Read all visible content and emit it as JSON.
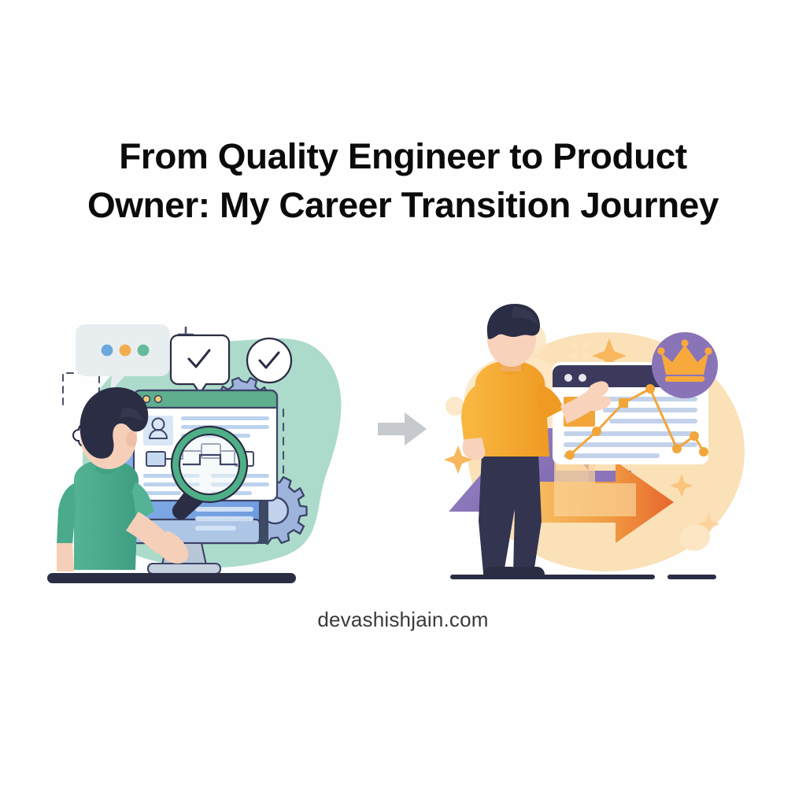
{
  "page": {
    "background_color": "#fefefe",
    "title_lines": [
      "From Quality Engineer to Product",
      "Owner: My Career Transition Journey"
    ],
    "title_color": "#0b0b0b",
    "footer_text": "devashishjain.com",
    "footer_color": "#3a3a3a"
  },
  "illustration": {
    "transition_arrow": {
      "name": "grey-right-arrow",
      "color": "#c6c9cd",
      "direction": "right"
    },
    "left_scene": {
      "caption": "Quality Engineer inspecting application on desktop monitor",
      "blob_color": "#a9dac9",
      "person": {
        "role": "quality-engineer",
        "shirt_color": "#4aab8c",
        "hair_color": "#2b2d45",
        "skin_color": "#f6cfb8",
        "pose": "back-view-holding-magnifier"
      },
      "monitor": {
        "frame_color": "#aac4e8",
        "screen_color": "#6c9fe0",
        "stand_color": "#b9c6d6"
      },
      "browser_window": {
        "header_color": "#5fae8e",
        "dots": [
          "#f0b24a",
          "#f0b24a"
        ],
        "body_color": "#ffffff",
        "avatar_icon": "user-avatar-icon",
        "text_line_color": "#bcd3ee",
        "flow_box_color": "#c7d9ef"
      },
      "magnifier": {
        "ring_color": "#4fb088",
        "handle_color": "#2b2d45",
        "lens_color": "#eef6f8"
      },
      "chat_bubble": {
        "fill": "#e8eef0",
        "dots": [
          "#6da8de",
          "#f2ad4d",
          "#63bb9b"
        ]
      },
      "check_tooltip": {
        "icon": "check-icon",
        "stroke": "#2b2d45"
      },
      "check_circle": {
        "icon": "check-circle-icon",
        "stroke": "#2b2d45"
      },
      "gears": {
        "count": 2,
        "fill": "#9fb4dd",
        "stroke": "#3d4468"
      },
      "plus_marks": 2,
      "cross_badge": {
        "stroke": "#2b2d45"
      },
      "dashed_paths": 3,
      "ground_bar_color": "#2b2d45"
    },
    "right_scene": {
      "caption": "Product Owner presenting growth dashboard",
      "blob_color": "#fbdfb4",
      "person": {
        "role": "product-owner",
        "shirt_color": "#f5ab32",
        "pants_color": "#33344f",
        "hair_color": "#2b2d45",
        "skin_color": "#f8d2bb",
        "pose": "standing-presenting"
      },
      "dashboard": {
        "header_color": "#3b3a5c",
        "body_color": "#ffffff",
        "thumb_color": "#f2a63a",
        "text_line_color": "#c2d2ea"
      },
      "crown_badge": {
        "icon": "crown-icon",
        "circle_color": "#8a74b8",
        "crown_color": "#f8a93c",
        "arc_color": "#f0a93c"
      },
      "big_arrow": {
        "name": "growth-arrow",
        "gradient_from": "#f7b95a",
        "gradient_to": "#e8662c",
        "direction": "right"
      },
      "purple_shapes_color": "#8c77bd",
      "sparkles": 4,
      "ground_bar_color": "#2b2d45"
    },
    "chart": {
      "name": "growth-line-chart",
      "line_color": "#f2a63a",
      "point_color": "#f2a63a",
      "points": 7
    }
  },
  "chart_data": {
    "type": "line",
    "title": "",
    "xlabel": "",
    "ylabel": "",
    "x": [
      0,
      1,
      2,
      3,
      4,
      5,
      6
    ],
    "values": [
      18,
      52,
      78,
      96,
      30,
      52,
      36
    ],
    "series": [
      {
        "name": "growth",
        "values": [
          18,
          52,
          78,
          96,
          30,
          52,
          36
        ]
      }
    ],
    "ylim": [
      0,
      100
    ],
    "grid": false,
    "legend": "none"
  }
}
